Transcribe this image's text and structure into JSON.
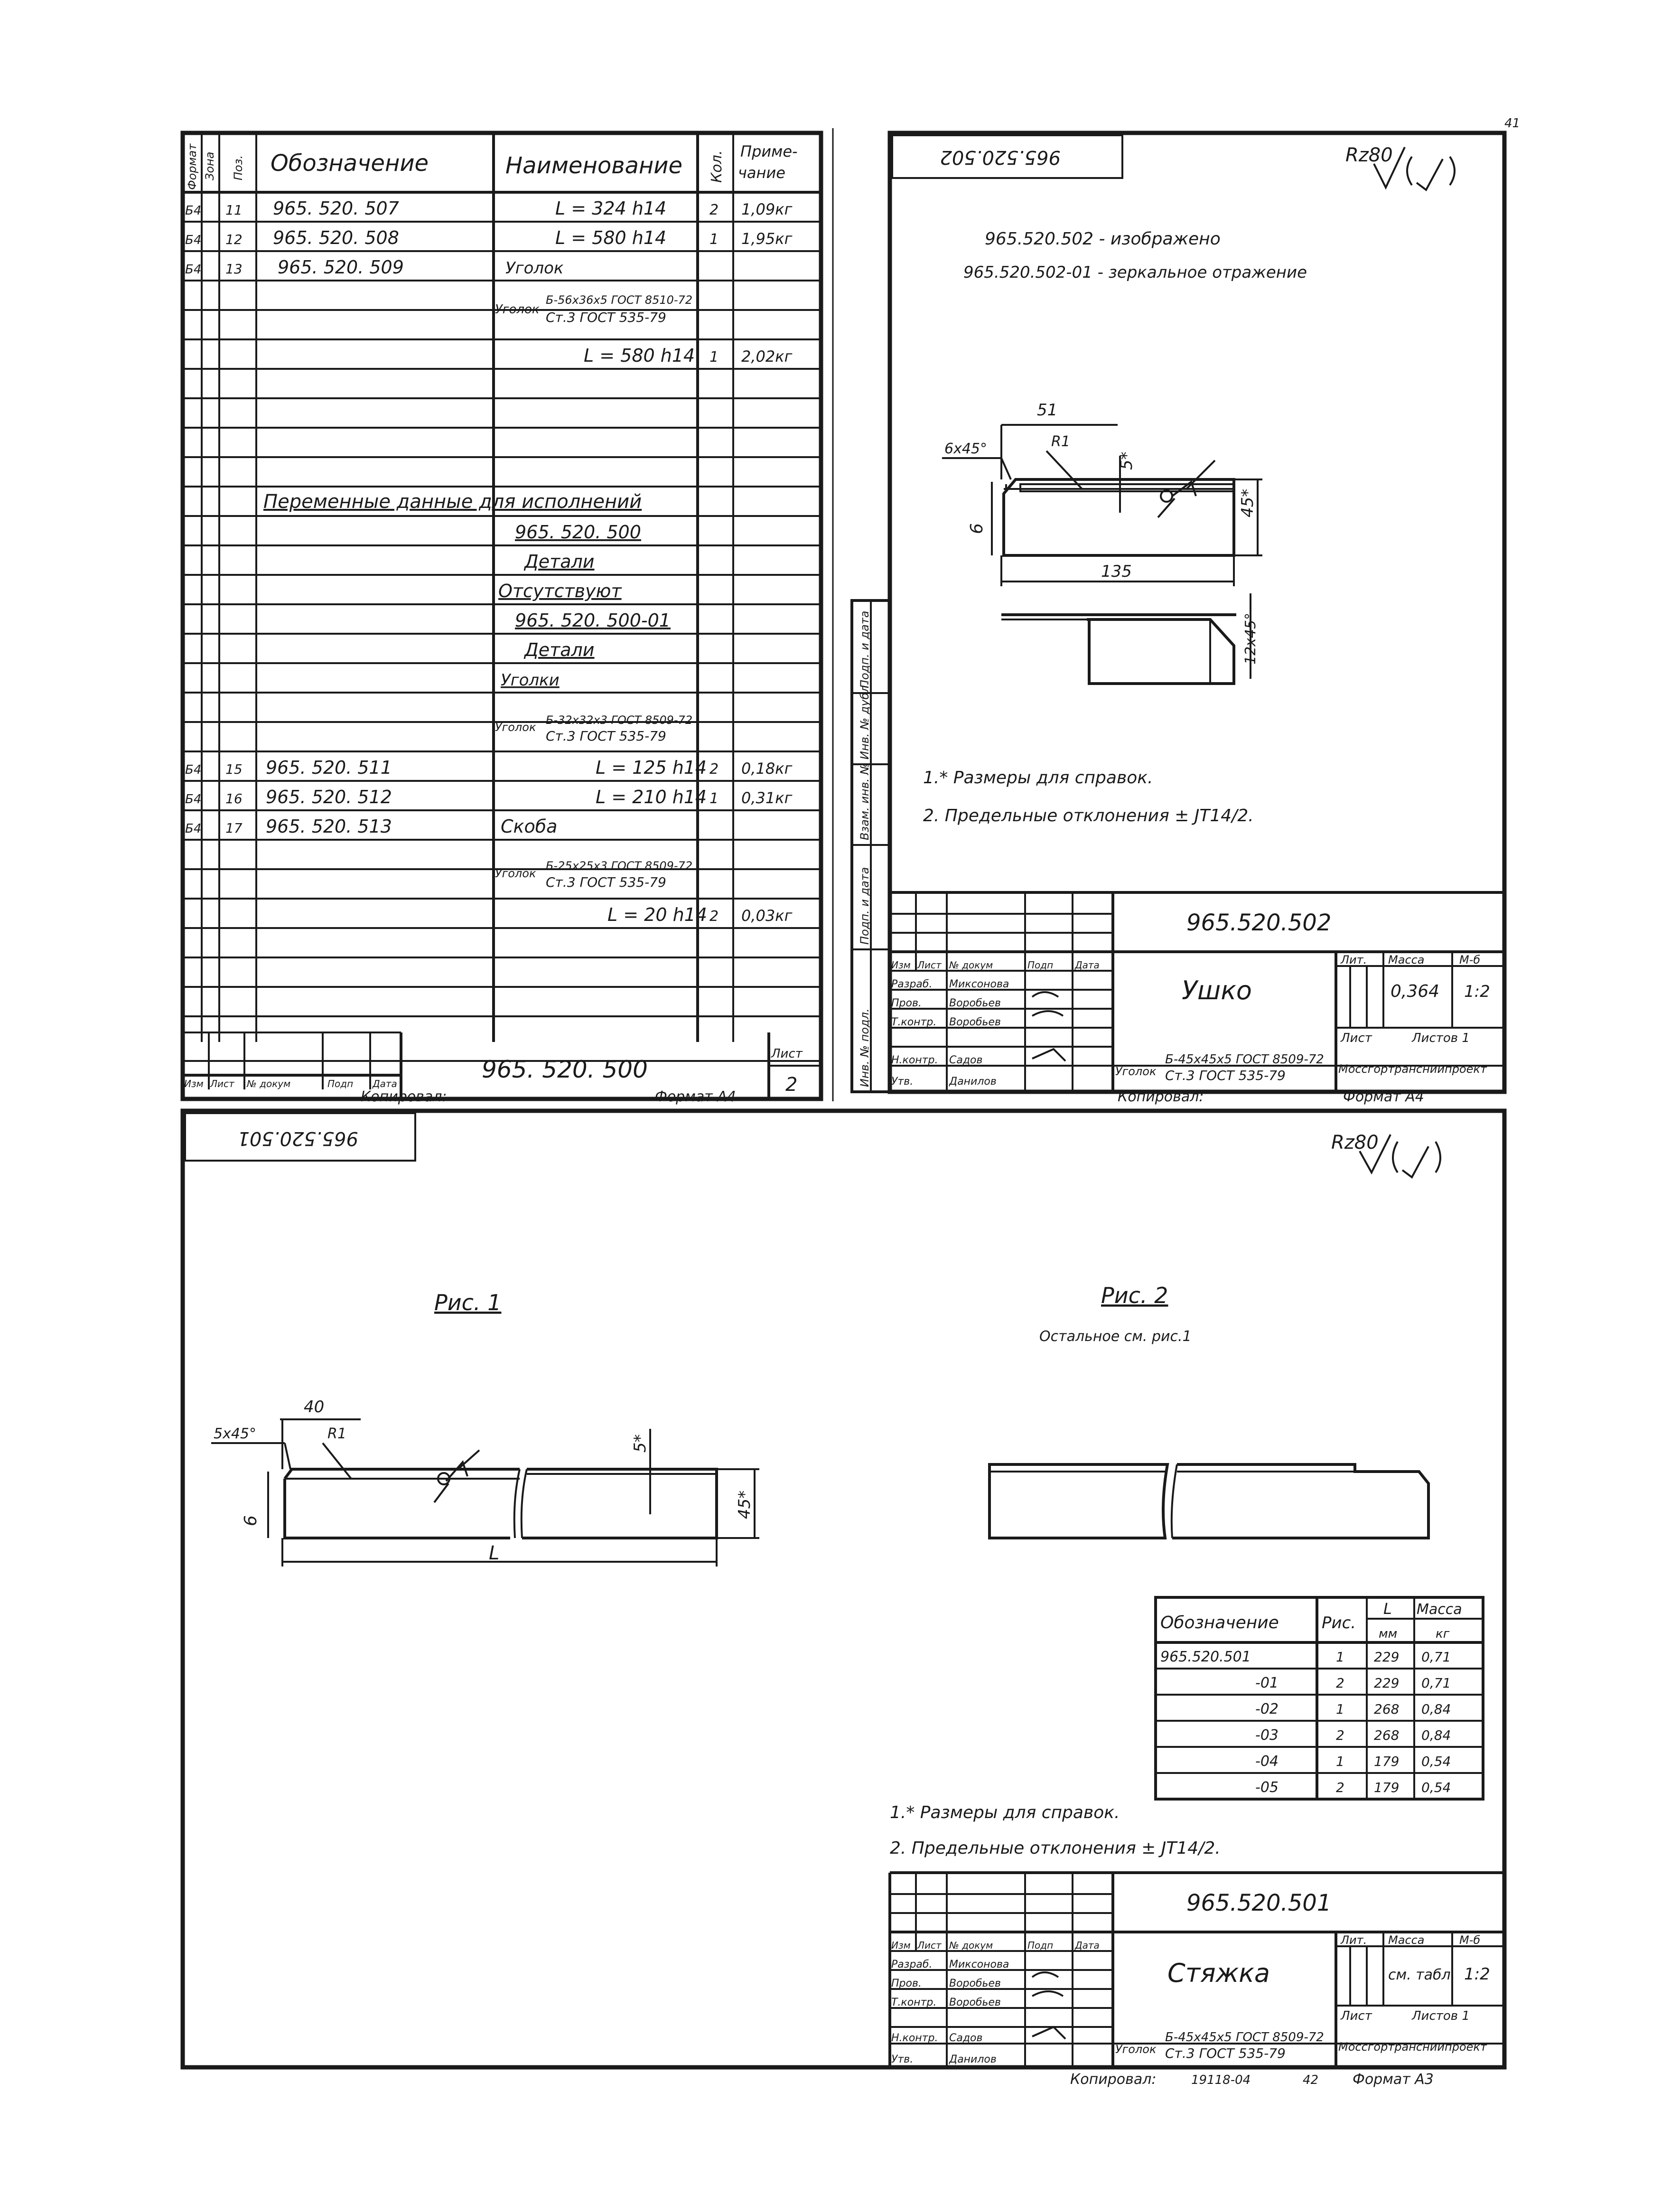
{
  "page_number": "41",
  "sheet1": {
    "headers": [
      "Формат",
      "Зона",
      "Поз.",
      "Обозначение",
      "Наименование",
      "Кол.",
      "Приме-",
      "чание"
    ],
    "rows": [
      {
        "fmt": "Б4",
        "pos": "11",
        "designation": "965. 520. 507",
        "name": "L = 324 h14",
        "qty": "2",
        "note": "1,09кг"
      },
      {
        "fmt": "Б4",
        "pos": "12",
        "designation": "965. 520. 508",
        "name": "L = 580 h14",
        "qty": "1",
        "note": "1,95кг"
      },
      {
        "fmt": "Б4",
        "pos": "13",
        "designation": "965. 520. 509",
        "name": "Уголок",
        "qty": "",
        "note": ""
      },
      {
        "name_a": "Уголок",
        "name_b": "Б-56х36х5 ГОСТ 8510-72",
        "name_c": "Ст.3 ГОСТ 535-79"
      },
      {
        "name": "L = 580 h14",
        "qty": "1",
        "note": "2,02кг"
      }
    ],
    "variable_header": "Переменные данные для исполнений",
    "variable_lines": [
      "965. 520. 500",
      "Детали",
      "Отсутствуют",
      "965. 520. 500-01",
      "Детали",
      "Уголки"
    ],
    "angle2_a": "Уголок",
    "angle2_b": "Б-32х32х3 ГОСТ 8509-72",
    "angle2_c": "Ст.3 ГОСТ 535-79",
    "rows2": [
      {
        "fmt": "Б4",
        "pos": "15",
        "designation": "965. 520. 511",
        "name": "L = 125 h14",
        "qty": "2",
        "note": "0,18кг"
      },
      {
        "fmt": "Б4",
        "pos": "16",
        "designation": "965. 520. 512",
        "name": "L = 210 h14",
        "qty": "1",
        "note": "0,31кг"
      },
      {
        "fmt": "Б4",
        "pos": "17",
        "designation": "965. 520. 513",
        "name": "Скоба",
        "qty": "",
        "note": ""
      }
    ],
    "angle3_a": "Уголок",
    "angle3_b": "Б-25х25х3 ГОСТ 8509-72",
    "angle3_c": "Ст.3 ГОСТ 535-79",
    "last_row": {
      "name": "L = 20 h14",
      "qty": "2",
      "note": "0,03кг"
    },
    "stamp_code": "965. 520. 500",
    "stamp_sheet_label": "Лист",
    "stamp_sheet_num": "2",
    "stamp_cols": [
      "Изм",
      "Лист",
      "№ докум",
      "Подп",
      "Дата"
    ],
    "copied_by": "Копировал:",
    "format": "Формат А4"
  },
  "sheet2": {
    "rotated_code": "965.520.502",
    "roughness": "Rz80",
    "note_line1": "965.520.502 - изображено",
    "note_line2": "965.520.502-01 - зеркальное отражение",
    "dims": {
      "d51": "51",
      "d5": "5*",
      "d6x45": "6х45°",
      "dR1": "R1",
      "d6": "6",
      "d45": "45*",
      "d135": "135",
      "d12x45": "12х45°"
    },
    "notes": [
      "1.* Размеры для справок.",
      "2. Предельные отклонения ± JT14/2."
    ],
    "stamp_code": "965.520.502",
    "title": "Ушко",
    "lit_label": "Лит.",
    "mass_label": "Масса",
    "scale_label": "М-б",
    "mass": "0,364",
    "scale": "1:2",
    "sheet_label": "Лист",
    "sheets_label": "Листов 1",
    "material_a": "Уголок",
    "material_b": "Б-45х45х5 ГОСТ 8509-72",
    "material_c": "Ст.3 ГОСТ 535-79",
    "org": "Моссгортрансниипроект",
    "people": [
      {
        "role": "Разраб.",
        "name": "Миксонова"
      },
      {
        "role": "Пров.",
        "name": "Воробьев"
      },
      {
        "role": "Т.контр.",
        "name": "Воробьев"
      },
      {
        "role": "Н.контр.",
        "name": "Садов"
      },
      {
        "role": "Утв.",
        "name": "Данилов"
      }
    ],
    "stamp_cols": [
      "Изм",
      "Лист",
      "№ докум",
      "Подп",
      "Дата"
    ],
    "left_strip": [
      "Инв. № подл.",
      "Подп. и дата",
      "Взам. инв. №",
      "Инв. № дубл.",
      "Подп. и дата"
    ],
    "copied_by": "Копировал:",
    "format": "Формат А4"
  },
  "sheet3": {
    "rotated_code": "965.520.501",
    "roughness": "Rz80",
    "fig1": "Рис. 1",
    "fig2": "Рис. 2",
    "fig2_sub": "Остальное см. рис.1",
    "dims": {
      "d40": "40",
      "d5x45": "5х45°",
      "dR1": "R1",
      "d5": "5*",
      "d6": "6",
      "d45": "45*",
      "dL": "L"
    },
    "table": {
      "headers": [
        "Обозначение",
        "Рис.",
        "L",
        "мм",
        "Масса",
        "кг"
      ],
      "rows": [
        [
          "965.520.501",
          "1",
          "229",
          "0,71"
        ],
        [
          "-01",
          "2",
          "229",
          "0,71"
        ],
        [
          "-02",
          "1",
          "268",
          "0,84"
        ],
        [
          "-03",
          "2",
          "268",
          "0,84"
        ],
        [
          "-04",
          "1",
          "179",
          "0,54"
        ],
        [
          "-05",
          "2",
          "179",
          "0,54"
        ]
      ]
    },
    "notes": [
      "1.* Размеры для справок.",
      "2. Предельные отклонения ± JT14/2."
    ],
    "stamp_code": "965.520.501",
    "title": "Стяжка",
    "lit_label": "Лит.",
    "mass_label": "Масса",
    "scale_label": "М-б",
    "mass": "см. табл.",
    "scale": "1:2",
    "sheet_label": "Лист",
    "sheets_label": "Листов 1",
    "material_a": "Уголок",
    "material_b": "Б-45х45х5 ГОСТ 8509-72",
    "material_c": "Ст.3 ГОСТ 535-79",
    "org": "Моссгортрансниипроект",
    "people": [
      {
        "role": "Разраб.",
        "name": "Миксонова"
      },
      {
        "role": "Пров.",
        "name": "Воробьев"
      },
      {
        "role": "Т.контр.",
        "name": "Воробьев"
      },
      {
        "role": "Н.контр.",
        "name": "Садов"
      },
      {
        "role": "Утв.",
        "name": "Данилов"
      }
    ],
    "stamp_cols": [
      "Изм",
      "Лист",
      "№ докум",
      "Подп",
      "Дата"
    ],
    "copied_by": "Копировал:",
    "copy_num": "19118-04",
    "copy_page": "42",
    "format": "Формат А3"
  }
}
